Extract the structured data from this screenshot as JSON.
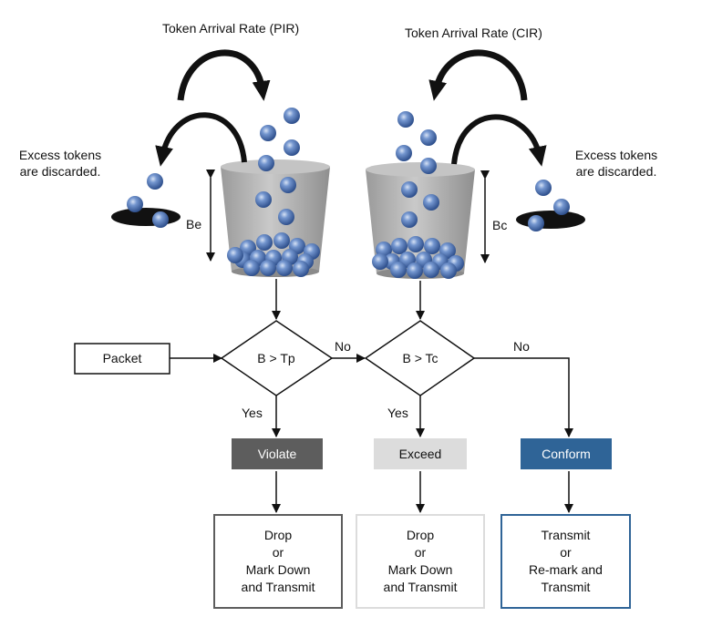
{
  "pir_bucket": {
    "rate_label": "Token Arrival Rate (PIR)",
    "depth_label": "Be",
    "excess_label_line1": "Excess tokens",
    "excess_label_line2": "are discarded."
  },
  "cir_bucket": {
    "rate_label": "Token Arrival Rate (CIR)",
    "depth_label": "Bc",
    "excess_label_line1": "Excess tokens",
    "excess_label_line2": "are discarded."
  },
  "flow": {
    "packet_label": "Packet",
    "decision_pir": "B > Tp",
    "decision_cir": "B > Tc",
    "yes_label": "Yes",
    "no_label": "No"
  },
  "outcomes": {
    "violate": {
      "label": "Violate",
      "action_lines": [
        "Drop",
        "or",
        "Mark Down",
        "and Transmit"
      ]
    },
    "exceed": {
      "label": "Exceed",
      "action_lines": [
        "Drop",
        "or",
        "Mark Down",
        "and Transmit"
      ]
    },
    "conform": {
      "label": "Conform",
      "action_lines": [
        "Transmit",
        "or",
        "Re-mark and",
        "Transmit"
      ]
    }
  },
  "colors": {
    "violate": "#5d5d5d",
    "exceed": "#dcdcdc",
    "conform": "#2f6497",
    "token": "#4f78b8",
    "bucket": "#b0b0b0"
  }
}
